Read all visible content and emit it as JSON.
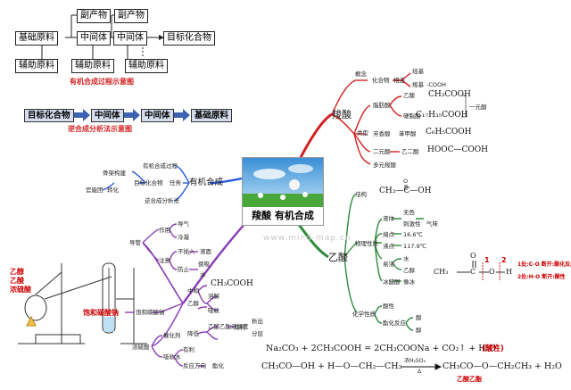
{
  "flow1": {
    "base": "基础原料",
    "mid1": "中间体",
    "mid2": "中间体",
    "target": "目标化合物",
    "byprod1": "副产物",
    "byprod2": "副产物",
    "aux1": "辅助原料",
    "aux2": "辅助原料",
    "aux3": "辅助原料",
    "caption": "有机合成过程示意图"
  },
  "flow2": {
    "target": "目标化合物",
    "mid1": "中间体",
    "mid2": "中间体",
    "base": "基础原料",
    "caption": "逆合成分析法示意图"
  },
  "center": {
    "title": "羧酸  有机合成"
  },
  "watermark": "www.mind-map.cn",
  "carboxylic": {
    "label": "羧酸",
    "concept": "概念",
    "compound": "化合物",
    "connect": "相连",
    "hydrocarbyl": "烃基",
    "carboxyl": "羧基",
    "carboxyl_formula": "-COOH",
    "types": "类型",
    "aliphatic": "脂肪酸",
    "acetic": "乙酸",
    "acetic_formula": "CH₃COOH",
    "stearic": "硬脂酸",
    "stearic_formula": "C₁₇H₃₅COOH",
    "monoacid": "一元酸",
    "aromatic": "芳香酸",
    "benzoic": "苯甲酸",
    "benzoic_formula": "C₆H₅COOH",
    "diacid": "二元酸",
    "oxalic": "乙二酸",
    "oxalic_formula": "HOOC—COOH",
    "polyacid": "多元羧酸"
  },
  "synthesis": {
    "label": "有机合成",
    "process": "有机合成过程",
    "target": "目标化合物",
    "task": "任务",
    "skeleton": "骨架构建",
    "fgroup": "官能团",
    "transform": "转化",
    "retro": "逆合成分析法"
  },
  "acetic": {
    "label": "乙酸",
    "structure": "结构",
    "struct_formula": "CH₃—C—OH",
    "struct_o": "O",
    "physical": "物理性质",
    "state": "液体",
    "colorless": "无色",
    "pungent": "刺激性",
    "smell": "气味",
    "mp": "熔点",
    "mp_val": "16.6℃",
    "bp": "沸点",
    "bp_val": "117.9℃",
    "solubility": "易溶",
    "water": "水",
    "ethanol": "乙醇",
    "glacial": "冰醋酸",
    "freezes": "像冰",
    "chemical": "化学性质",
    "acidity": "酸性",
    "esterif": "酯化反应",
    "acid": "酸",
    "alcohol": "醇",
    "break1": "1处:C-O 断开:酯化反应",
    "break2": "2处:H-O 断开:酸性",
    "mol_1": "1",
    "mol_2": "2"
  },
  "experiment": {
    "catheter": "导管",
    "purpose": "作用",
    "gas": "导气",
    "cool": "冷凝",
    "note": "注意",
    "no_insert": "不插入",
    "below_surface": "液面",
    "prevent": "防止",
    "suck_back": "倒吸",
    "water": "水",
    "sat_na2co3": "饱和碳酸钠",
    "neutralize": "中和",
    "acetic_formula": "CH₃COOH",
    "dissolve": "溶解",
    "absorb": "吸收",
    "ethanol": "乙醇",
    "reduce": "降低",
    "ester_solubility": "乙酸乙酯溶解度",
    "beneficial": "有利",
    "separate": "析出",
    "layer": "分层",
    "conc_h2so4": "浓硫酸",
    "catalyst": "催化剂",
    "water_absorber": "吸收水",
    "favorable": "有利",
    "direction": "反应方向",
    "ester_dir": "酯化",
    "reagent1": "乙醇",
    "reagent2": "乙酸",
    "reagent3": "浓硫酸",
    "sat_label": "饱和碳酸钠"
  },
  "equations": {
    "eq1": "Na₂CO₃ + 2CH₃COOH = 2CH₃COONa + CO₂↑ + H₂O",
    "eq1_note": "(酸性)",
    "eq2_left": "CH₃CO—OH + H—O—CH₂—CH₃",
    "eq2_cond_top": "浓H₂SO₄",
    "eq2_cond_bottom": "Δ",
    "eq2_right": "CH₃CO—O—CH₂CH₃ + H₂O",
    "eq2_note": "乙酸乙酯"
  },
  "colors": {
    "red_branch": "#d21f1f",
    "blue_branch": "#2a5bd7",
    "green_branch": "#2e8b3d",
    "purple_branch": "#8a3fb5",
    "accent_red": "#d02020"
  }
}
